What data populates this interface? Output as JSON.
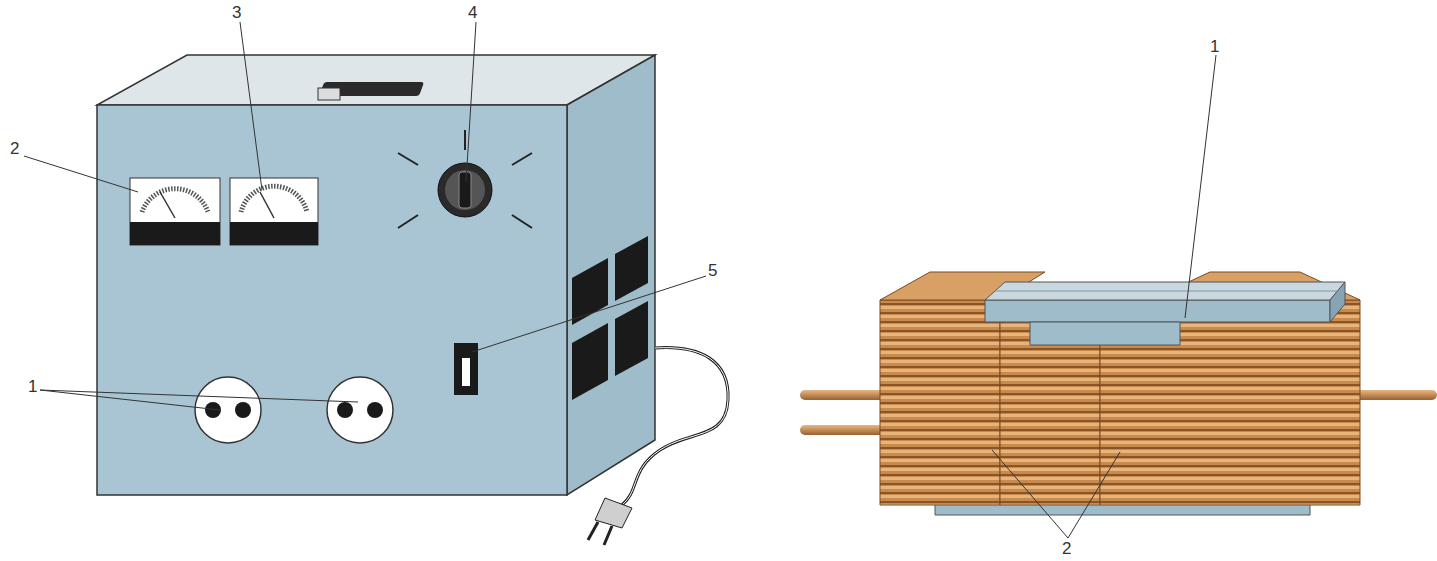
{
  "diagram": {
    "labels": [
      "2",
      "3",
      "4",
      "5",
      "1",
      "1",
      "2"
    ]
  }
}
